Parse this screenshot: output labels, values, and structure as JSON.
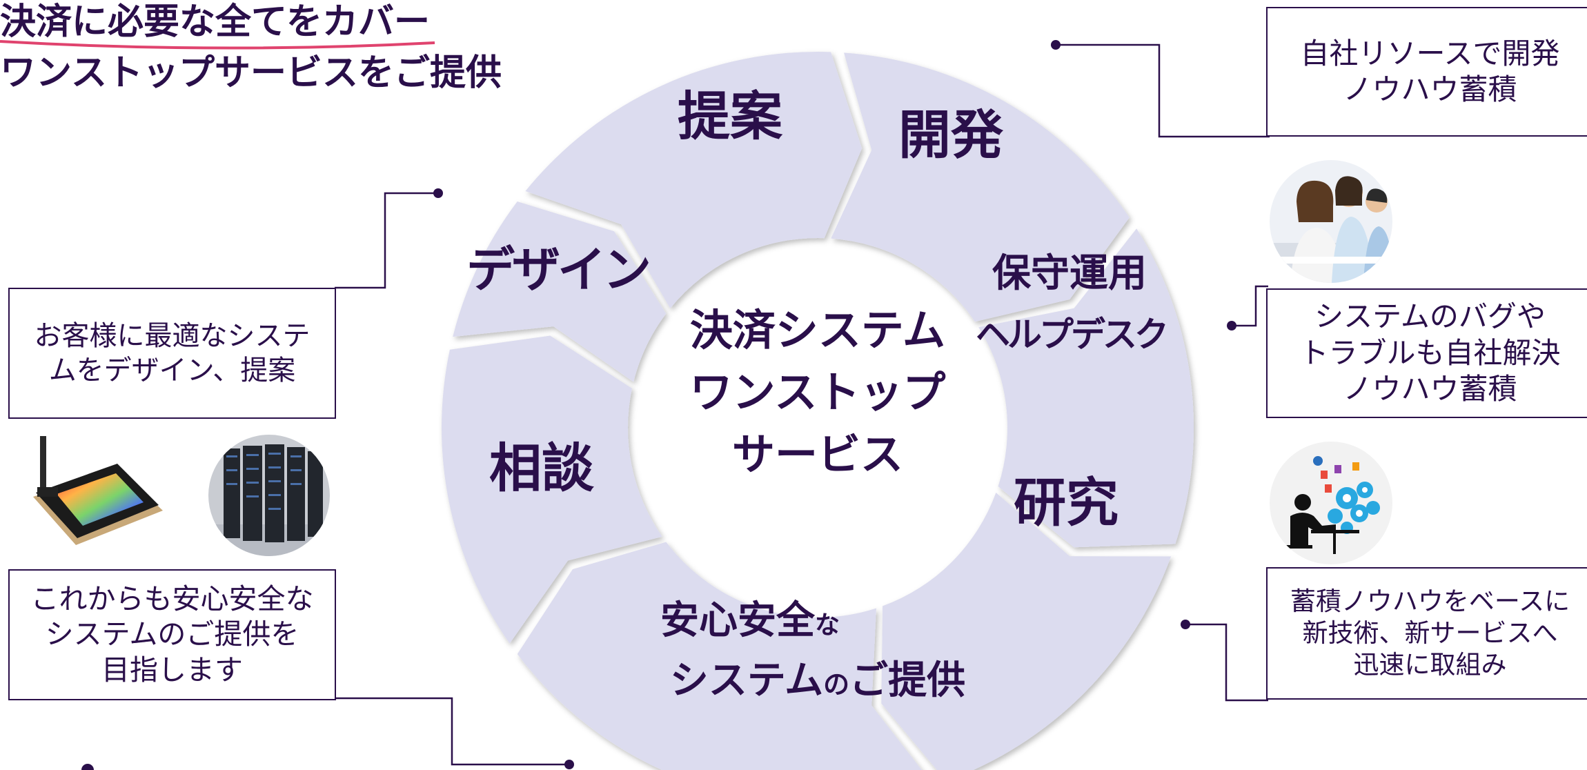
{
  "headline": {
    "line1": "決済に必要な全てをカバー",
    "line2": "ワンストップサービスをご提供"
  },
  "cycle": {
    "center": [
      "決済システム",
      "ワンストップ",
      "サービス"
    ],
    "segments": [
      {
        "id": "proposal",
        "label": "提案"
      },
      {
        "id": "development",
        "label": "開発"
      },
      {
        "id": "maintenance",
        "label": "保守運用",
        "sublabel": "ヘルプデスク"
      },
      {
        "id": "research",
        "label": "研究"
      },
      {
        "id": "safe-system",
        "label": "安心安全",
        "label_suffix": "な",
        "line2_main": "システム",
        "line2_small": "の",
        "line2_rest": "ご提供"
      },
      {
        "id": "consultation",
        "label": "相談"
      },
      {
        "id": "design",
        "label": "デザイン"
      }
    ]
  },
  "callouts": {
    "development": "自社リソースで開発\nノウハウ蓄積",
    "maintenance": "システムのバグや\nトラブルも自社解決\nノウハウ蓄積",
    "research": "蓄積ノウハウをベースに\n新技術、新サービスへ\n迅速に取組み",
    "design": "お客様に最適なシステ\nムをデザイン、提案",
    "safety": "これからも安心安全な\nシステムのご提供を\n目指します"
  },
  "icons": [
    "call-center-photo-icon",
    "innovation-gears-icon",
    "payment-terminal-icon",
    "server-rack-icon"
  ],
  "colors": {
    "text": "#2a0f4a",
    "segment_fill": "#dcdcef",
    "underline": "#e0436e",
    "border": "#2a0f4a"
  }
}
